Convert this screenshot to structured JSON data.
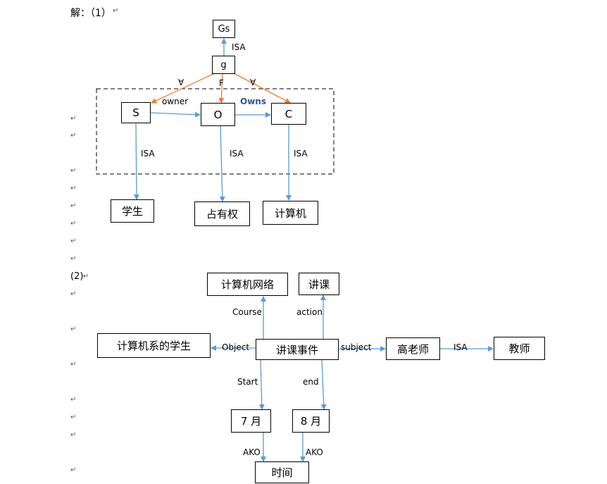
{
  "part1": {
    "heading": "解：（1）",
    "nodes": {
      "gs": "Gs",
      "g": "g",
      "s": "S",
      "o": "O",
      "c": "C",
      "student": "学生",
      "possession": "占有权",
      "computer": "计算机"
    },
    "labels": {
      "isa_gs": "ISA",
      "forall_left": "∀",
      "f": "F",
      "forall_right": "∀",
      "owner": "owner",
      "owns": "Owns",
      "isa_s": "ISA",
      "isa_o": "ISA",
      "isa_c": "ISA"
    }
  },
  "part2": {
    "heading": "(2)",
    "nodes": {
      "network": "计算机网络",
      "lecture": "讲课",
      "event": "讲课事件",
      "students": "计算机系的学生",
      "teacher_gao": "高老师",
      "teacher": "教师",
      "july": "7 月",
      "august": "8 月",
      "time": "时间"
    },
    "labels": {
      "course": "Course",
      "action": "action",
      "object": "Object",
      "subject": "subject",
      "isa": "ISA",
      "start": "Start",
      "end": "end",
      "ako_left": "AKO",
      "ako_right": "AKO"
    }
  },
  "colors": {
    "blue_arrow": "#5b9bd5",
    "orange_arrow": "#ed7d31",
    "box_border": "#000000",
    "owns_text": "#2f5597"
  }
}
